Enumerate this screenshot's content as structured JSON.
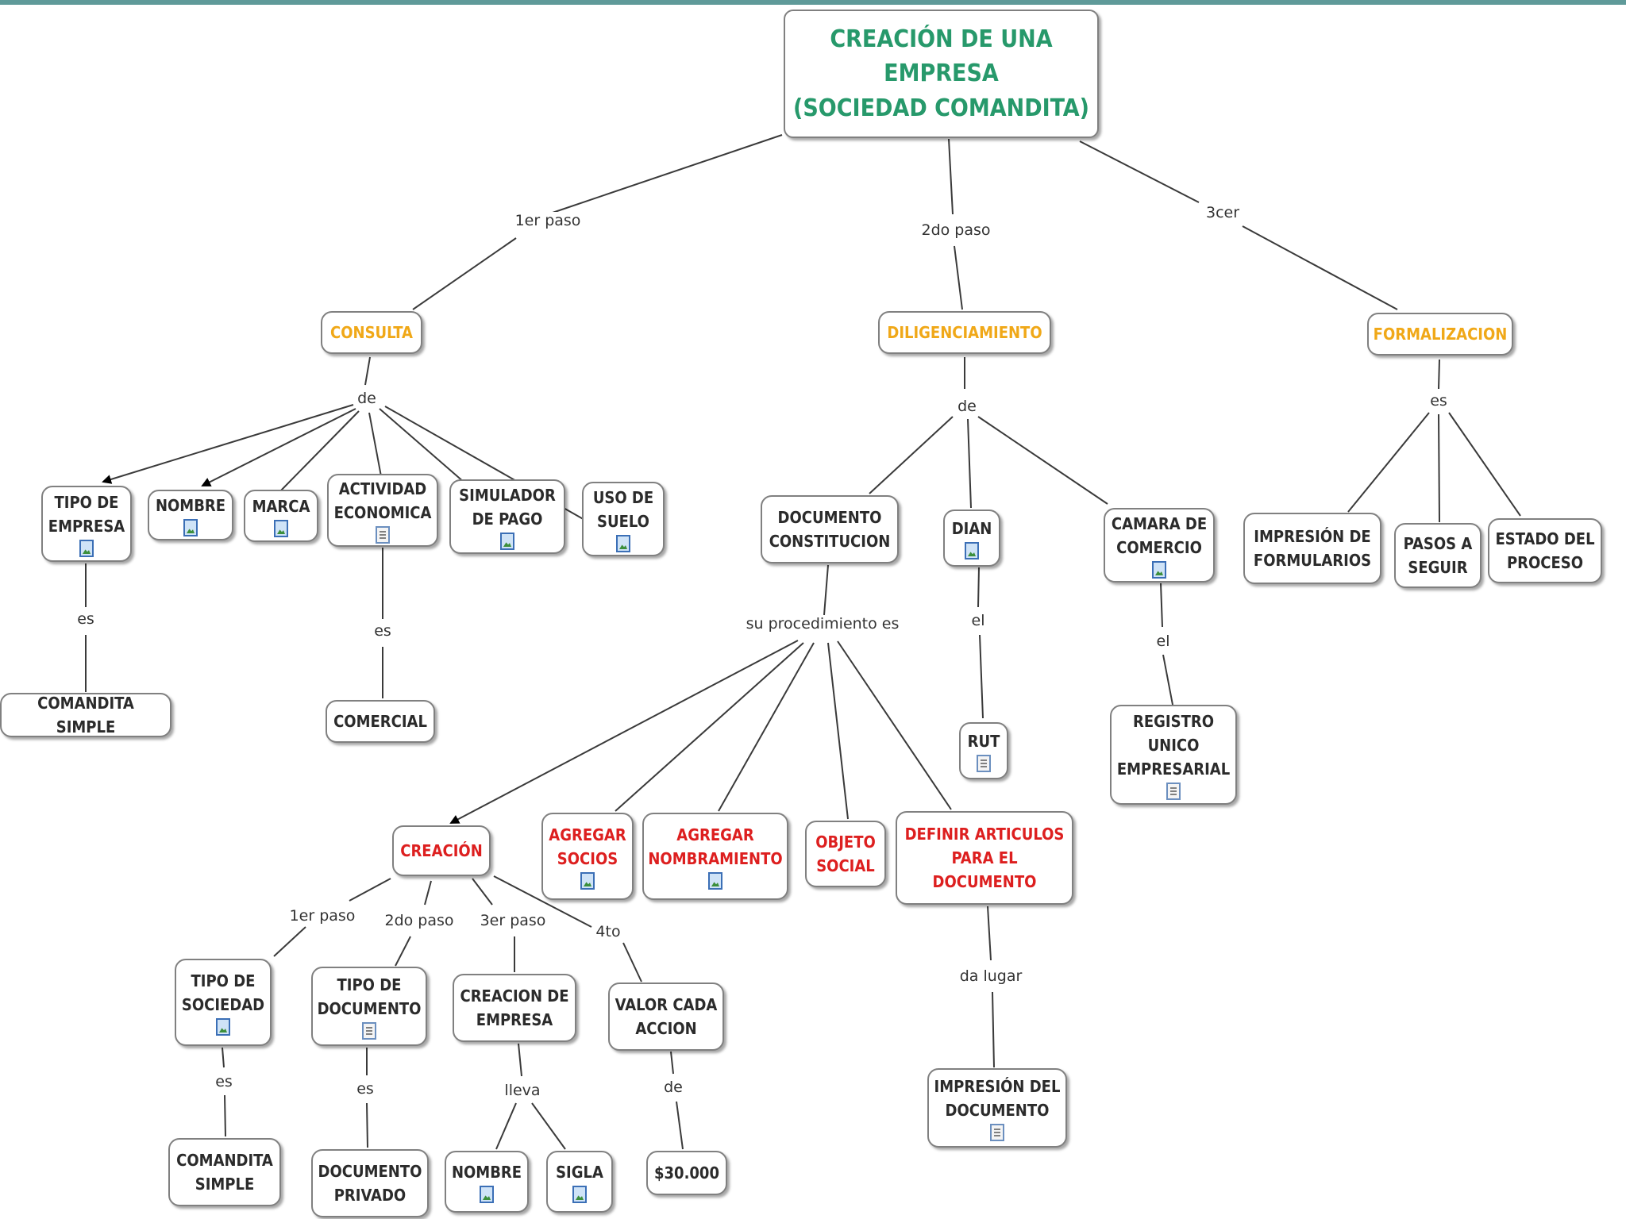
{
  "title": {
    "line1": "CREACIÓN DE UNA EMPRESA",
    "line2": "(SOCIEDAD COMANDITA)"
  },
  "colors": {
    "title": "#27996b",
    "step": "#f0a818",
    "red": "#dd1f1f",
    "border": "#808080",
    "line": "#3a3a3a"
  },
  "steps": {
    "consulta": "CONSULTA",
    "diligenciamiento": "DILIGENCIAMIENTO",
    "formalizacion": "FORMALIZACION"
  },
  "consulta_items": {
    "tipo_empresa": "TIPO DE\nEMPRESA",
    "nombre": "NOMBRE",
    "marca": "MARCA",
    "actividad": "ACTIVIDAD\nECONOMICA",
    "simulador": "SIMULADOR\nDE PAGO",
    "uso_suelo": "USO DE\nSUELO",
    "comandita_simple": "COMANDITA SIMPLE",
    "comercial": "COMERCIAL"
  },
  "dilig_items": {
    "documento": "DOCUMENTO\nCONSTITUCION",
    "dian": "DIAN",
    "camara": "CAMARA DE\nCOMERCIO",
    "rut": "RUT",
    "registro": "REGISTRO\nUNICO\nEMPRESARIAL"
  },
  "procedimiento": {
    "creacion": "CREACIÓN",
    "agregar_socios": "AGREGAR\nSOCIOS",
    "agregar_nombramiento": "AGREGAR\nNOMBRAMIENTO",
    "objeto_social": "OBJETO\nSOCIAL",
    "definir_articulos": "DEFINIR ARTICULOS\nPARA EL\nDOCUMENTO",
    "impresion_documento": "IMPRESIÓN DEL\nDOCUMENTO"
  },
  "creacion_items": {
    "tipo_sociedad": "TIPO DE\nSOCIEDAD",
    "tipo_documento": "TIPO DE\nDOCUMENTO",
    "creacion_empresa": "CREACION DE\nEMPRESA",
    "valor_accion": "VALOR CADA\nACCION",
    "comandita_simple2": "COMANDITA\nSIMPLE",
    "documento_privado": "DOCUMENTO\nPRIVADO",
    "nombre2": "NOMBRE",
    "sigla": "SIGLA",
    "monto": "$30.000"
  },
  "formal_items": {
    "impresion_formularios": "IMPRESIÓN DE\nFORMULARIOS",
    "pasos": "PASOS A\nSEGUIR",
    "estado": "ESTADO DEL\nPROCESO"
  },
  "link_labels": {
    "paso1": "1er paso",
    "paso2": "2do paso",
    "paso3": "3cer",
    "de1": "de",
    "de2": "de",
    "es_formal": "es",
    "es_tipo": "es",
    "es_actividad": "es",
    "su_procedimiento": "su procedimiento es",
    "el_dian": "el",
    "el_camara": "el",
    "c_paso1": "1er paso",
    "c_paso2": "2do paso",
    "c_paso3": "3er paso",
    "c_paso4": "4to",
    "es_sociedad": "es",
    "es_documento": "es",
    "lleva": "lleva",
    "de_valor": "de",
    "da_lugar": "da lugar"
  }
}
